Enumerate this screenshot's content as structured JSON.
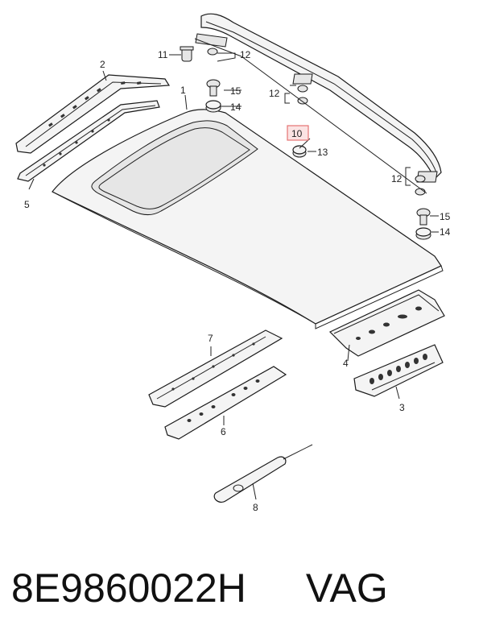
{
  "callouts": {
    "c1": "1",
    "c2": "2",
    "c3": "3",
    "c4": "4",
    "c5": "5",
    "c6": "6",
    "c7": "7",
    "c8": "8",
    "c10": "10",
    "c11": "11",
    "c12": "12",
    "c13": "13",
    "c14": "14",
    "c15": "15"
  },
  "highlight_color": "#e57373",
  "footer": {
    "part_number": "8E9860022H",
    "brand": "VAG"
  }
}
